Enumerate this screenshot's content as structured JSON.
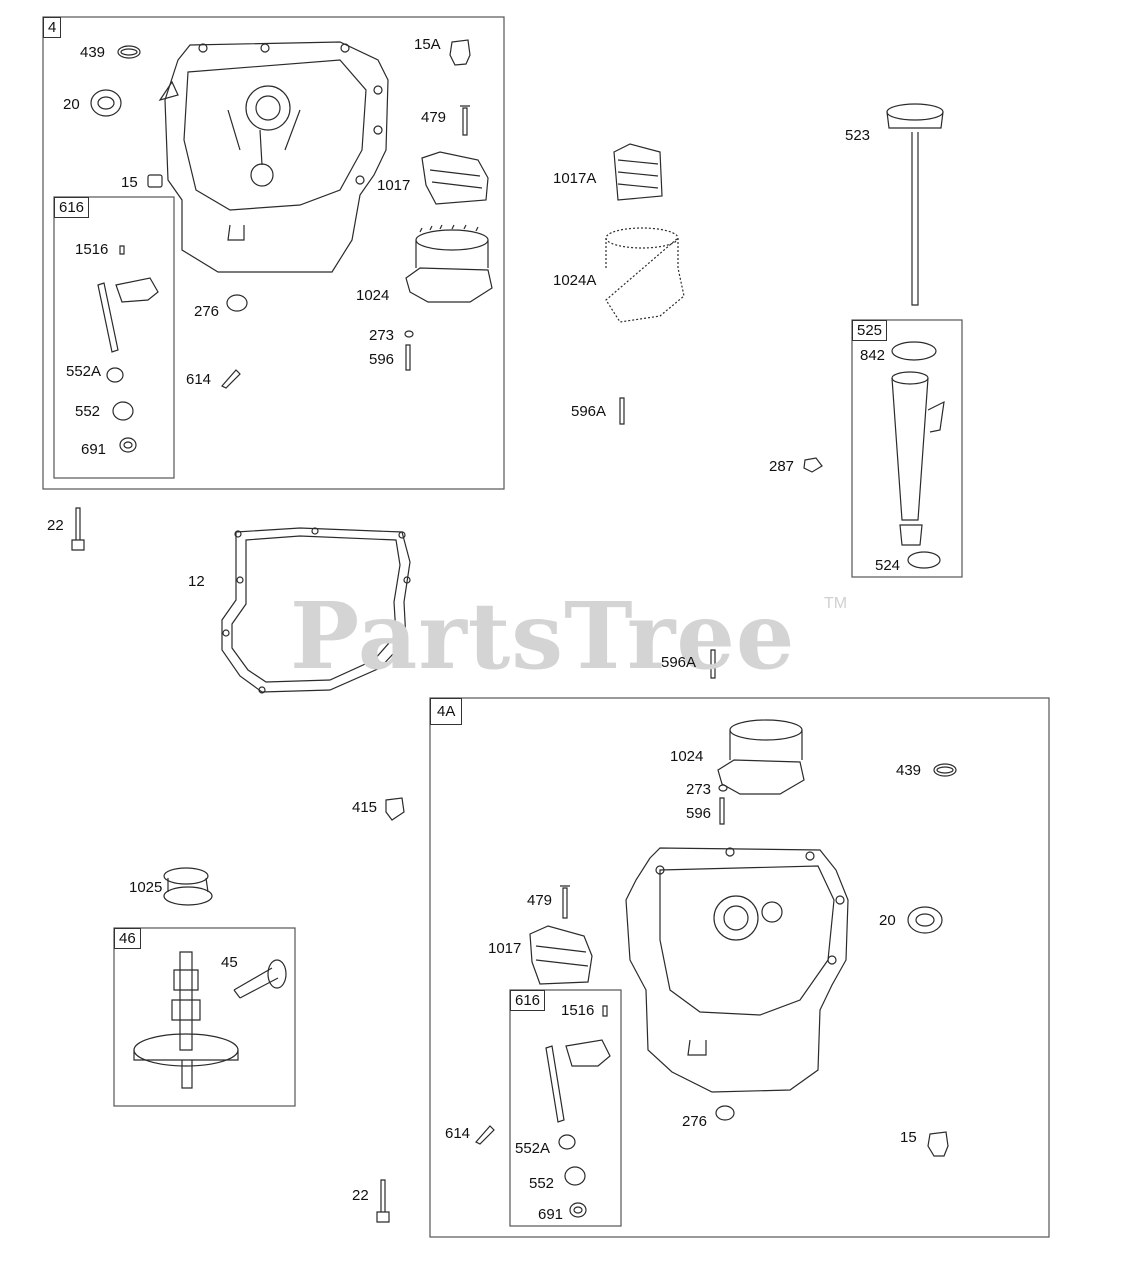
{
  "watermark": {
    "text": "PartsTree",
    "tm": "TM"
  },
  "boxes": {
    "b4": "4",
    "b616_top": "616",
    "b525": "525",
    "b4A": "4A",
    "b46": "46",
    "b616_bottom": "616"
  },
  "labels": {
    "l439_top": "439",
    "l20_top": "20",
    "l15A_top": "15A",
    "l479_top": "479",
    "l1017_top": "1017",
    "l15_top": "15",
    "l1516_top": "1516",
    "l276_top": "276",
    "l1024_top": "1024",
    "l273_top": "273",
    "l596_top": "596",
    "l614_top": "614",
    "l552A_top": "552A",
    "l552_top": "552",
    "l691_top": "691",
    "l1017A": "1017A",
    "l1024A": "1024A",
    "l596A_mid": "596A",
    "l523": "523",
    "l842": "842",
    "l287": "287",
    "l524": "524",
    "l22_top": "22",
    "l12": "12",
    "l596A_low": "596A",
    "l1024_bot": "1024",
    "l439_bot": "439",
    "l273_bot": "273",
    "l596_bot": "596",
    "l415": "415",
    "l1025": "1025",
    "l45": "45",
    "l479_bot": "479",
    "l20_bot": "20",
    "l1017_bot": "1017",
    "l1516_bot": "1516",
    "l614_bot": "614",
    "l552A_bot": "552A",
    "l276_bot": "276",
    "l15_bot": "15",
    "l552_bot": "552",
    "l691_bot": "691",
    "l22_bot": "22"
  },
  "colors": {
    "line": "#2b2b2b",
    "watermark": "#d4d4d4",
    "box_border": "#555555"
  }
}
